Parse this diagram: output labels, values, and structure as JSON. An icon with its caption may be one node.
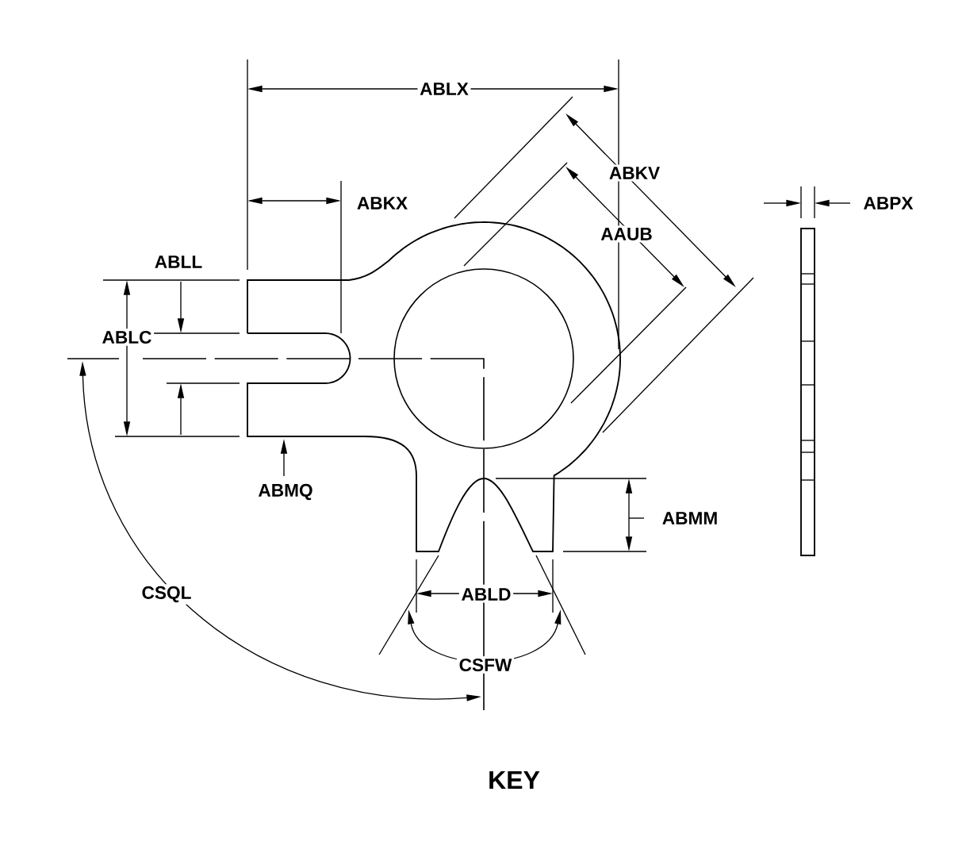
{
  "diagram": {
    "caption": "KEY",
    "labels": [
      "ABLX",
      "ABKV",
      "ABKX",
      "ABPX",
      "AAUB",
      "ABLL",
      "ABLC",
      "ABMQ",
      "ABMM",
      "CSQL",
      "ABLD",
      "CSFW"
    ]
  }
}
